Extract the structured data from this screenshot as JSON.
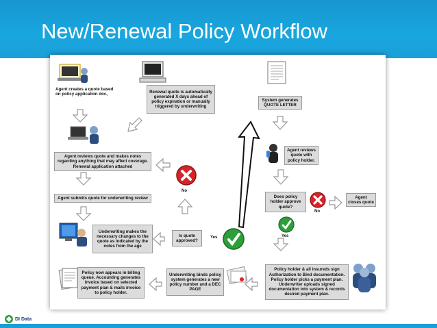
{
  "slide": {
    "title": "New/Renewal Policy Workflow",
    "logo_text": "DI Data"
  },
  "diagram": {
    "boxes": {
      "agent_creates": "Agent creates a quote based on policy application doc,",
      "renewal_auto": "Renewal quote is automatically generated X days ahead of policy expiration or manually triggered by underwriting",
      "system_generates": "System generates QUOTE LETTER",
      "agent_reviews_notes": "Agent reviews quote and makes notes regarding anything that may affect coverage. Renewal application attached",
      "agent_reviews_quote": "Agent reviews quote with policy holder.",
      "agent_submits": "Agent submits quote for underwriting review",
      "does_holder_approve": "Does policy holder approve quote?",
      "agent_closes": "Agent closes quote",
      "underwriting_changes": "Underwriting makes the necessary changes to the quote as indicated by the notes from the age",
      "is_quote_approved": "Is quote approved?",
      "policy_billing": "Policy now appears in billing queue. Accounting generates invoice based on selected payment plan & mails invoice to policy holder.",
      "underwriting_binds": "Underwriting binds policy system generates a new policy number and a DEC PAGE",
      "holder_signs": "Policy holder & all insureds sign Authorization to Bind documentation. Policy holder picks a payment plan. Underwriter uploads signed documentation into system & records desired payment plan."
    },
    "labels": {
      "no_left": "No",
      "yes_left": "Yes",
      "no_right": "No",
      "yes_right": "Yes"
    }
  },
  "colors": {
    "header": "#1b9fd8",
    "box_fill": "#dcdcdc",
    "no_red": "#d8232a",
    "yes_green": "#2e9e3a"
  }
}
